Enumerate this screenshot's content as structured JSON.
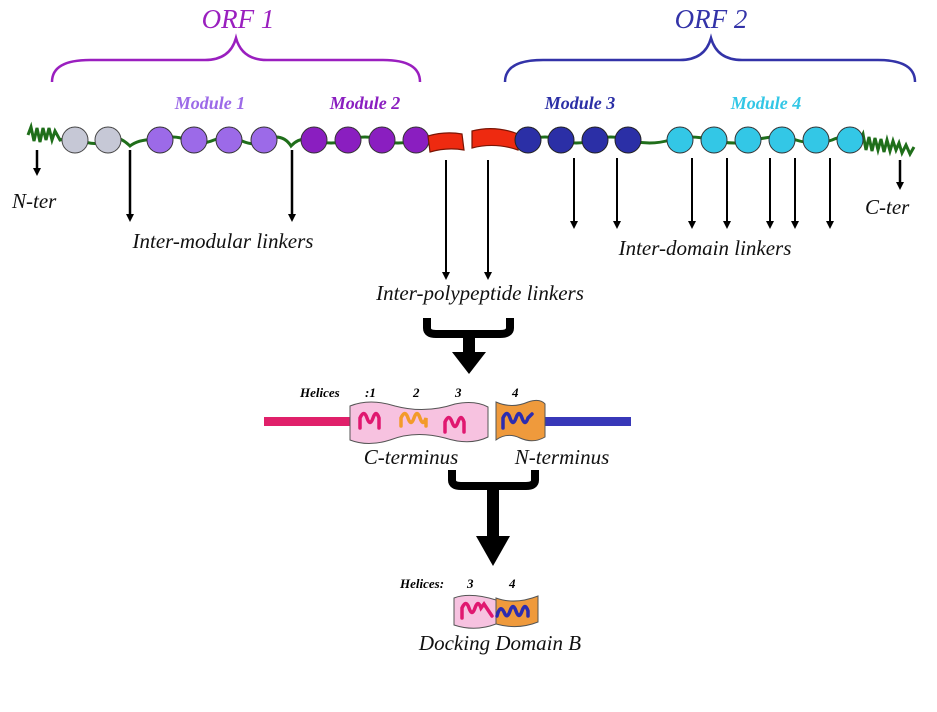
{
  "orfs": [
    {
      "label": "ORF 1",
      "color": "#9a1fbf"
    },
    {
      "label": "ORF 2",
      "color": "#3333a8"
    }
  ],
  "modules": [
    {
      "label": "Module 1",
      "color": "#9c6ae8"
    },
    {
      "label": "Module 2",
      "color": "#8a1ec0"
    },
    {
      "label": "Module 3",
      "color": "#2b2fa6"
    },
    {
      "label": "Module 4",
      "color": "#33c7e6"
    }
  ],
  "termini": {
    "n_ter": "N-ter",
    "c_ter": "C-ter"
  },
  "linker_labels": {
    "inter_modular": "Inter-modular linkers",
    "inter_domain": "Inter-domain linkers",
    "inter_polypeptide": "Inter-polypeptide linkers"
  },
  "complex": {
    "helices_label": "Helices",
    "helix_numbers": [
      ":1",
      "2",
      "3",
      "4"
    ],
    "c_terminus": "C-terminus",
    "n_terminus": "N-terminus"
  },
  "docking": {
    "helices_label": "Helices:",
    "helix_numbers": [
      "3",
      "4"
    ],
    "title": "Docking Domain B"
  },
  "colors": {
    "linker_green": "#1f6e1a",
    "grey_domain": "#c6c8d6",
    "red_linker": "#ee2a10",
    "pink_bar": "#e0206a",
    "blue_bar": "#3838b8",
    "pink_box": "#f7c2e0",
    "orange_box": "#ef9a3c",
    "helix_magenta": "#e01870",
    "helix_orange": "#f39b2a",
    "helix_blue": "#2c2cb0"
  }
}
